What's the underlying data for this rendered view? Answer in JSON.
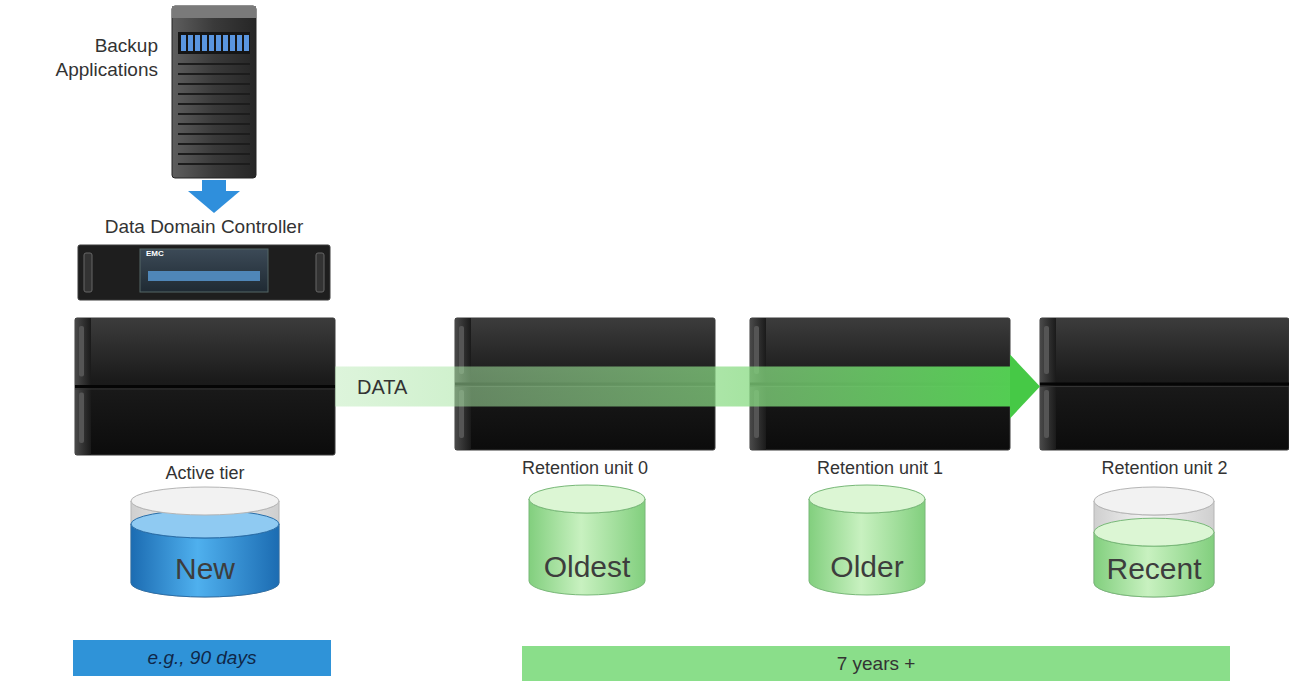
{
  "diagram": {
    "nodes": [
      {
        "text": [
          "Backup Applications"
        ]
      },
      {
        "text": [
          "Data Domain Controller"
        ]
      },
      {
        "text": [
          "Active tier"
        ]
      },
      {
        "text": [
          "Retention unit 0"
        ]
      },
      {
        "text": [
          "Retention unit 1"
        ]
      },
      {
        "text": [
          "Retention unit 2"
        ]
      },
      {
        "text": [
          "New"
        ]
      },
      {
        "text": [
          "Oldest"
        ]
      },
      {
        "text": [
          "Older"
        ]
      },
      {
        "text": [
          "Recent"
        ]
      },
      {
        "text": [
          "e.g., 90 days"
        ]
      },
      {
        "text": [
          "7 years +"
        ]
      }
    ],
    "edges": [
      {
        "from": 0,
        "to": 1,
        "arrow": "to"
      },
      {
        "from": 2,
        "to": 5,
        "arrow": "to",
        "label": "DATA"
      }
    ],
    "labels": [
      "EMC"
    ]
  }
}
